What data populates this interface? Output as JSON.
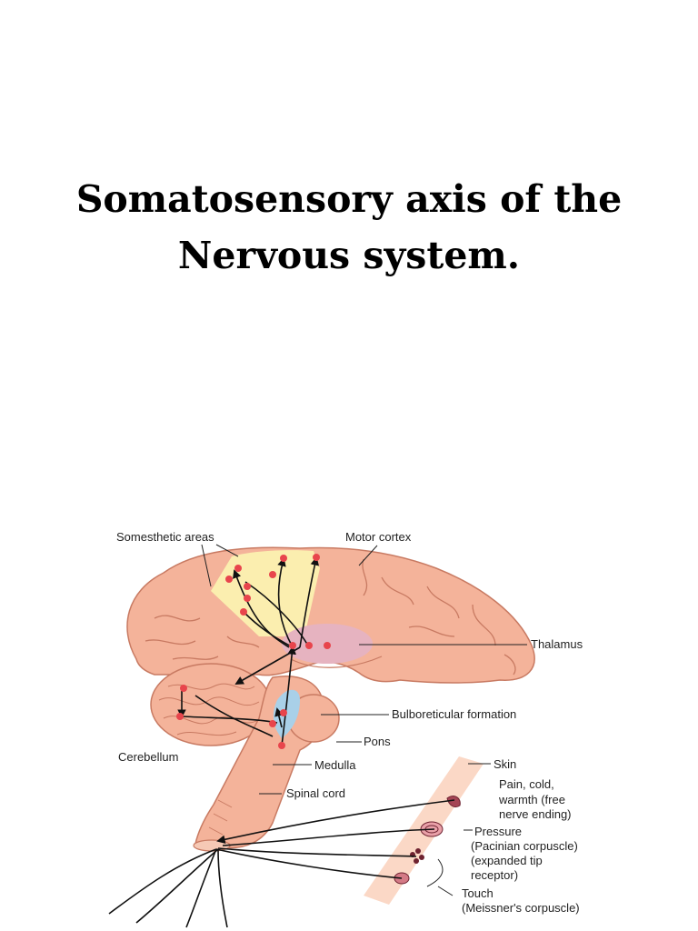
{
  "title": {
    "line1": "Somatosensory axis of the",
    "line2": "Nervous system."
  },
  "figure": {
    "labels": {
      "somesthetic_areas": "Somesthetic areas",
      "motor_cortex": "Motor cortex",
      "thalamus": "Thalamus",
      "bulboreticular": "Bulboreticular formation",
      "pons": "Pons",
      "cerebellum": "Cerebellum",
      "medulla": "Medulla",
      "spinal_cord": "Spinal cord",
      "skin": "Skin",
      "pain_1": "Pain, cold,",
      "pain_2": "warmth (free",
      "pain_3": "nerve ending)",
      "pressure_1": "Pressure",
      "pressure_2": "(Pacinian corpuscle)",
      "pressure_3": "(expanded tip",
      "pressure_4": "receptor)",
      "touch_1": "Touch",
      "touch_2": "(Meissner's corpuscle)"
    },
    "colors": {
      "brain": "#f4b39a",
      "brain_outline": "#c87a62",
      "somesthetic_fill": "#fbf1b0",
      "thalamus": "#e6b3c0",
      "brainstem_blue": "#a9d0e8",
      "skin": "#fbd8c6",
      "node": "#e8454c"
    }
  }
}
